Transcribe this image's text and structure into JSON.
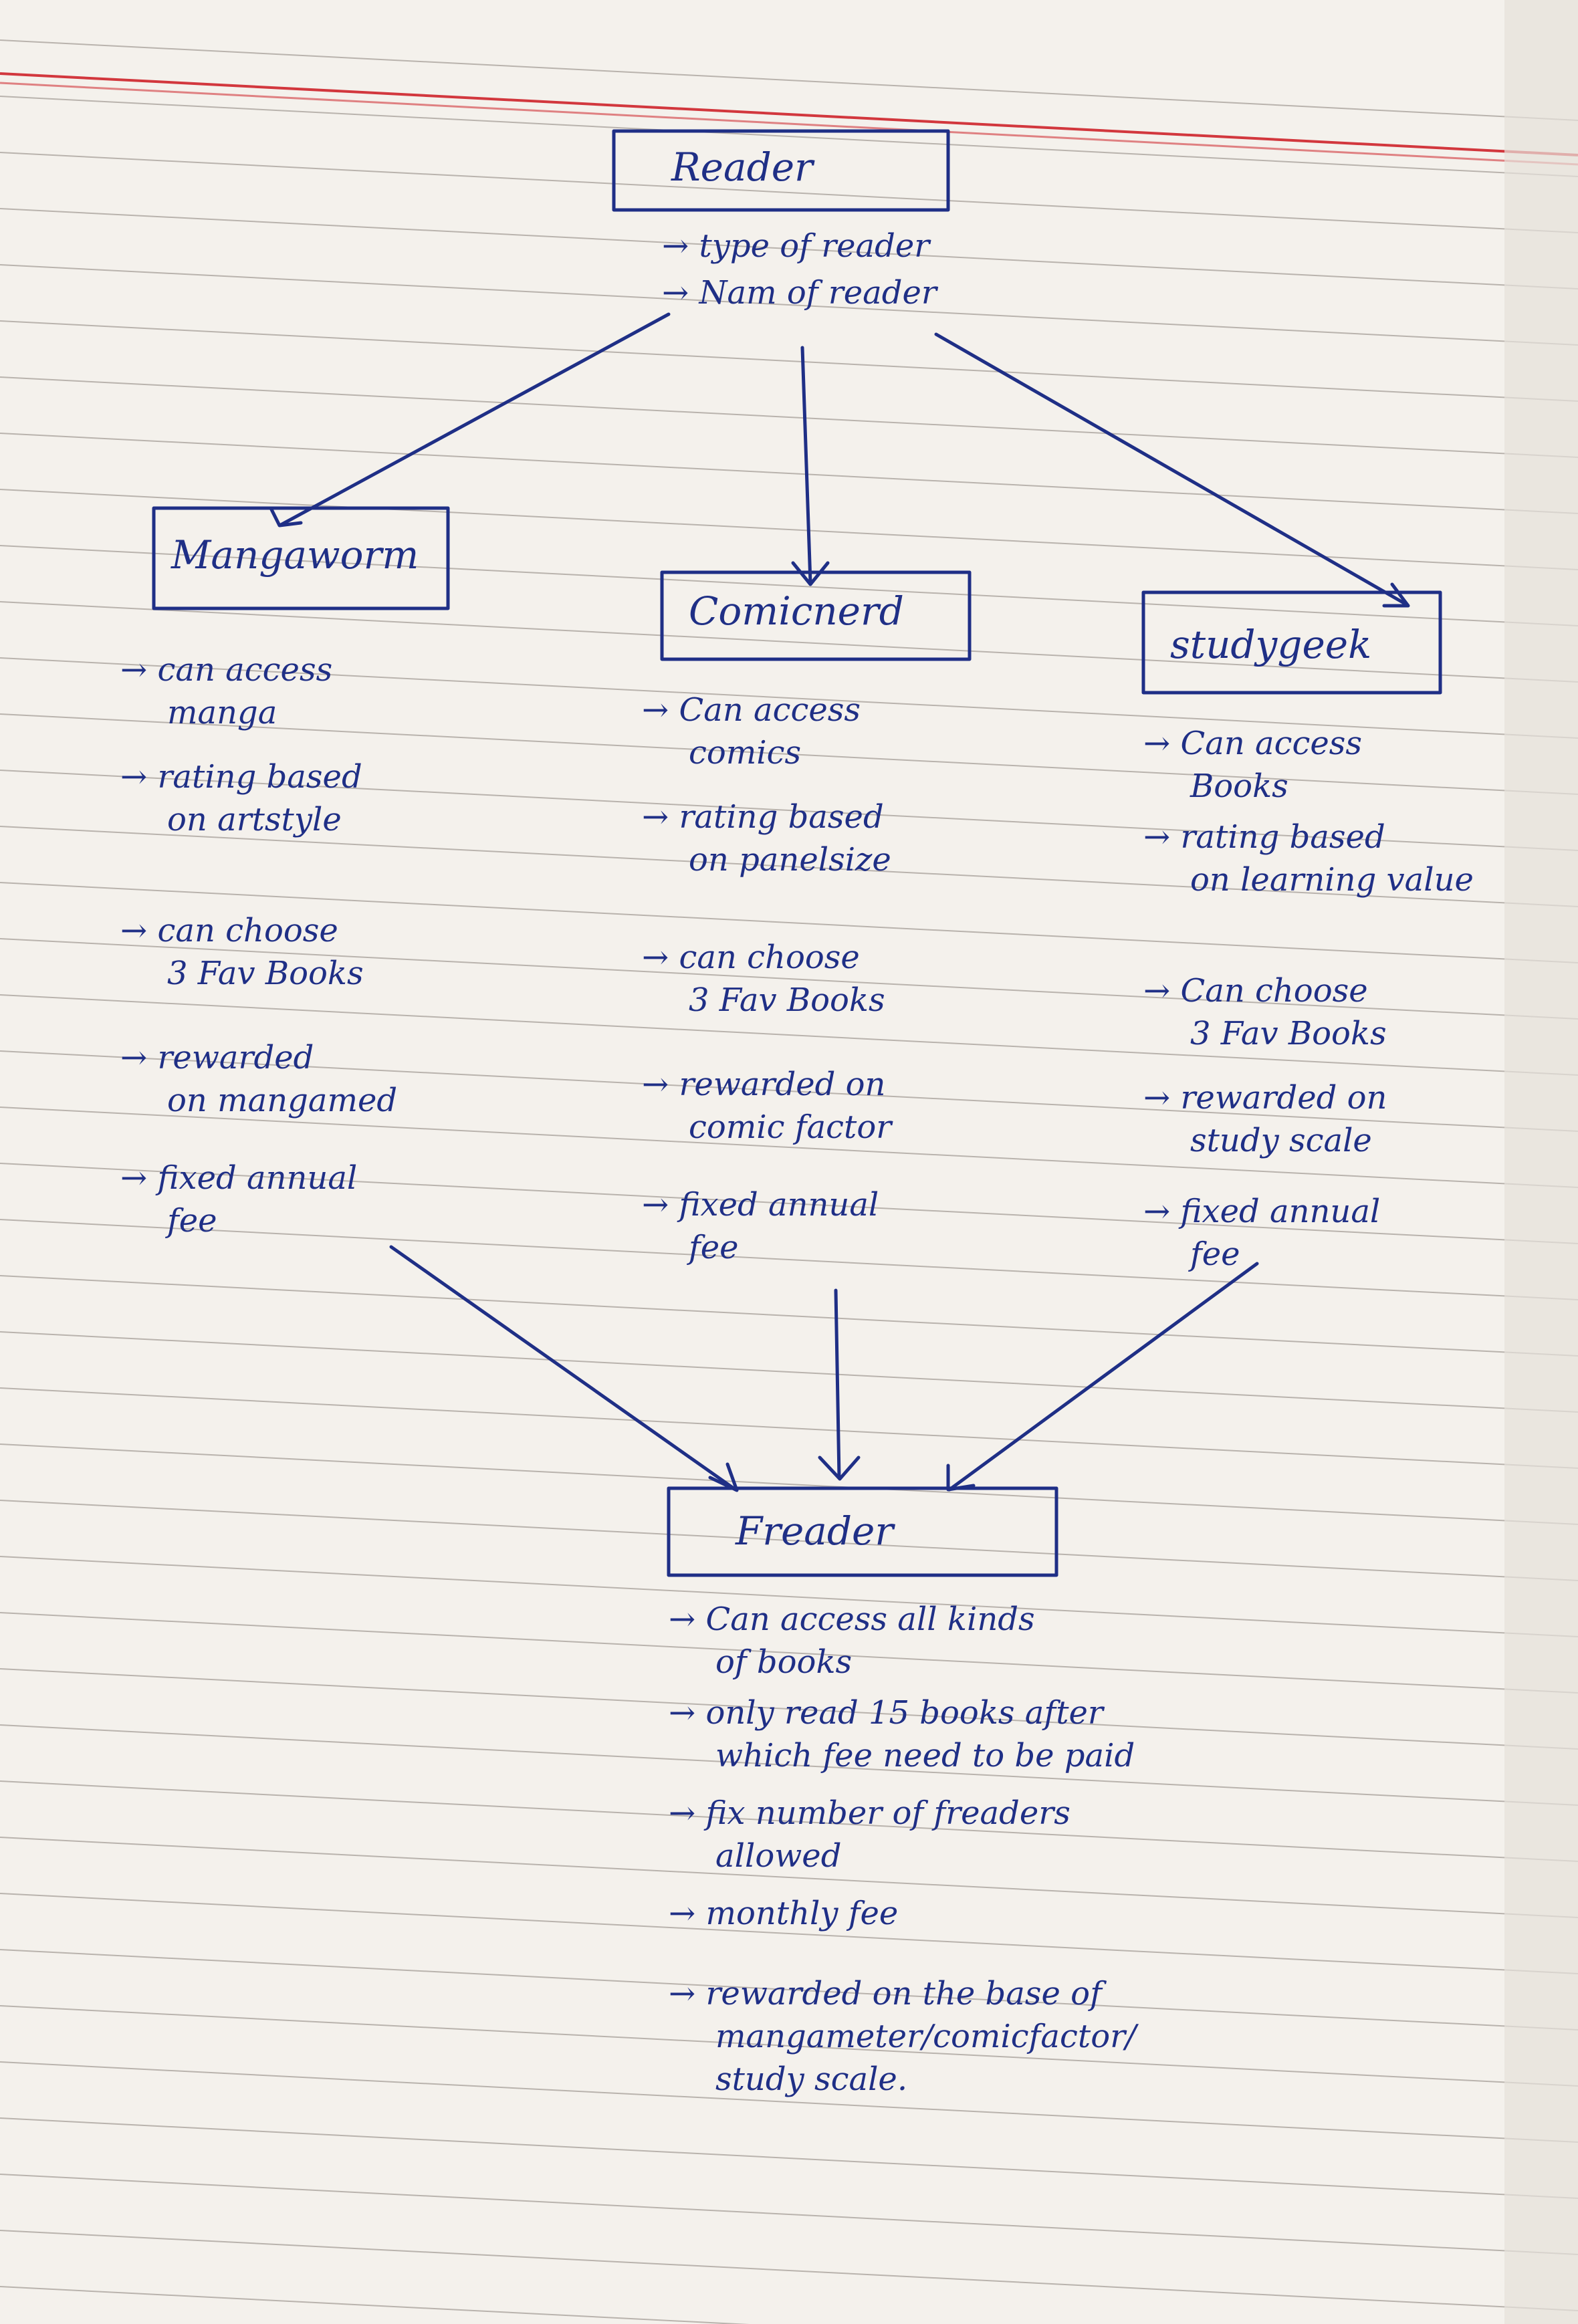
{
  "colors": {
    "paper": "#f4f1ec",
    "rule": "#b9b3ad",
    "margin": "#d2373d",
    "ink": "#1f2f86"
  },
  "diagram": {
    "reader": {
      "title": "Reader",
      "attributes": [
        "→ type of reader",
        "→ Nam of reader"
      ]
    },
    "children": [
      {
        "title": "Mangaworm",
        "items": [
          [
            "→ can access",
            "manga"
          ],
          [
            "→ rating based",
            "on artstyle"
          ],
          [
            "→ can choose",
            "3 Fav Books"
          ],
          [
            "→ rewarded",
            "on mangamed"
          ],
          [
            "→ fixed annual",
            "fee"
          ]
        ]
      },
      {
        "title": "Comicnerd",
        "items": [
          [
            "→ Can access",
            "comics"
          ],
          [
            "→ rating based",
            "on panelsize"
          ],
          [
            "→ can choose",
            "3 Fav Books"
          ],
          [
            "→ rewarded on",
            "comic factor"
          ],
          [
            "→ fixed annual",
            "fee"
          ]
        ]
      },
      {
        "title": "studygeek",
        "items": [
          [
            "→ Can access",
            "Books"
          ],
          [
            "→ rating based",
            "on learning value"
          ],
          [
            "→ Can choose",
            "3 Fav Books"
          ],
          [
            "→ rewarded on",
            "study scale"
          ],
          [
            "→ fixed annual",
            "fee"
          ]
        ]
      }
    ],
    "freader": {
      "title": "Freader",
      "items": [
        [
          "→ Can access all kinds",
          "of books"
        ],
        [
          "→ only read 15 books after",
          "which fee need to be paid"
        ],
        [
          "→ fix number of freaders",
          "allowed"
        ],
        [
          "→ monthly fee"
        ],
        [
          "→ rewarded on the base of",
          "mangameter/comicfactor/",
          "study scale."
        ]
      ]
    }
  }
}
